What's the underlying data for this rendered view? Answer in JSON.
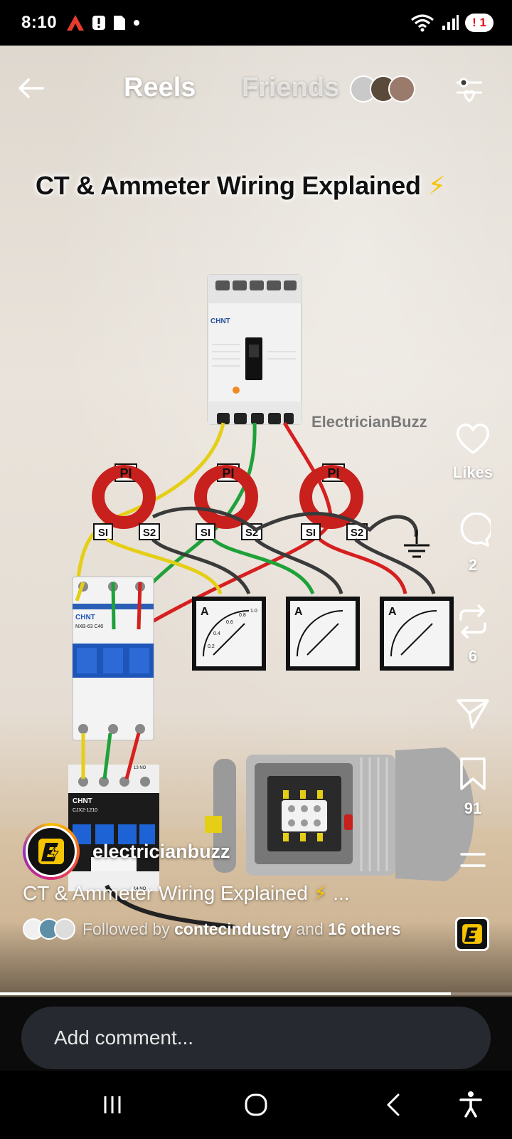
{
  "status_bar": {
    "time": "8:10",
    "notification_icons": [
      "app-alert-icon",
      "alert-badge-icon",
      "file-icon",
      "dot-icon"
    ],
    "battery_text": "1"
  },
  "nav": {
    "tab_reels": "Reels",
    "tab_friends": "Friends"
  },
  "video": {
    "title": "CT & Ammeter Wiring Explained",
    "title_emoji": "⚡",
    "watermark": "ElectricianBuzz",
    "ct_labels": [
      "PI",
      "PI",
      "PI"
    ],
    "ct_terminals": [
      "SI",
      "S2",
      "SI",
      "S2",
      "SI",
      "S2"
    ],
    "breaker_brand": "CHNT",
    "mcb_brand": "CHNT",
    "mcb_model": "NXB-63 C40",
    "contactor_brand": "CHNT",
    "contactor_model": "CJX2-1210",
    "contactor_terminals": [
      "13 NO",
      "14 NO"
    ],
    "meter_unit": "A",
    "meter_scale": [
      "0.2",
      "0.4",
      "0.6",
      "0.8",
      "1.0"
    ],
    "progress_fraction": 0.88
  },
  "actions": {
    "likes_label": "Likes",
    "comments_count": "2",
    "reposts_count": "6",
    "saves_count": "91"
  },
  "caption": {
    "username": "electricianbuzz",
    "text": "CT & Ammeter Wiring Explained",
    "emoji": "⚡",
    "more": "...",
    "followed_prefix": "Followed by",
    "followed_user": "contecindustry",
    "followed_conj": "and",
    "followed_others": "16 others"
  },
  "comment": {
    "placeholder": "Add comment..."
  },
  "colors": {
    "ct_red": "#c8201d",
    "wire_yellow": "#e5cf16",
    "wire_green": "#1fa13a",
    "wire_red": "#d61f1f",
    "wire_black": "#3a3a3a",
    "brand_yellow": "#f6c400"
  }
}
